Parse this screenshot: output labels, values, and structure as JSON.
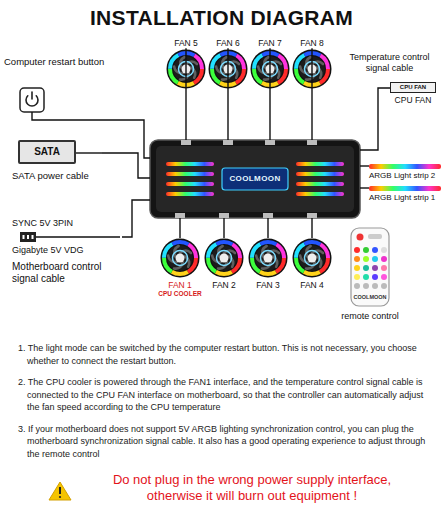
{
  "diagram": {
    "title": "INSTALLATION DIAGRAM",
    "nodes": [
      {
        "text": [
          "FAN 5"
        ]
      },
      {
        "text": [
          "FAN 6"
        ]
      },
      {
        "text": [
          "FAN 7"
        ]
      },
      {
        "text": [
          "FAN 8"
        ]
      },
      {
        "text": [
          "Computer restart button"
        ]
      },
      {
        "text": [
          "CPU FAN",
          "CPU FAN"
        ]
      },
      {
        "text": [
          "COOLMOON"
        ]
      },
      {
        "text": [
          "SATA",
          "SATA power cable"
        ]
      },
      {
        "text": [
          "ARGB Light strip 2"
        ]
      },
      {
        "text": [
          "ARGB Light strip 1"
        ]
      },
      {
        "text": [
          "SYNC 5V 3PIN",
          "Gigabyte 5V VDG",
          "Motherboard control signal cable"
        ]
      },
      {
        "text": [
          "FAN 1",
          "CPU COOLER"
        ]
      },
      {
        "text": [
          "FAN 2"
        ]
      },
      {
        "text": [
          "FAN 3"
        ]
      },
      {
        "text": [
          "FAN 4"
        ]
      },
      {
        "text": [
          "COOLMOON",
          "remote control"
        ]
      }
    ],
    "edges": [
      {
        "from": 0,
        "to": 6,
        "arrow": "none"
      },
      {
        "from": 1,
        "to": 6,
        "arrow": "none"
      },
      {
        "from": 2,
        "to": 6,
        "arrow": "none"
      },
      {
        "from": 3,
        "to": 6,
        "arrow": "none"
      },
      {
        "from": 4,
        "to": 6,
        "arrow": "none"
      },
      {
        "from": 5,
        "to": 6,
        "arrow": "none"
      },
      {
        "from": 7,
        "to": 6,
        "arrow": "none"
      },
      {
        "from": 8,
        "to": 6,
        "arrow": "none"
      },
      {
        "from": 9,
        "to": 6,
        "arrow": "none"
      },
      {
        "from": 10,
        "to": 6,
        "arrow": "none"
      },
      {
        "from": 11,
        "to": 6,
        "arrow": "none"
      },
      {
        "from": 12,
        "to": 6,
        "arrow": "none"
      },
      {
        "from": 13,
        "to": 6,
        "arrow": "none"
      },
      {
        "from": 14,
        "to": 6,
        "arrow": "none"
      }
    ],
    "labels": [
      "Temperature control signal cable",
      "1. The light mode can be switched by the computer restart button. This is not necessary, you choose whether to connect the restart button.",
      "2. The CPU cooler is powered through the FAN1 interface, and the temperature control signal cable is connected to the CPU FAN interface on motherboard, so that the controller can automatically adjust the fan speed according to the CPU temperature",
      "3. If your motherboard does not support 5V ARGB lighting synchronization control, you can plug the motherboard synchronization signal cable. It also has a good operating experience to adjust through the remote control",
      "Do not plug in the wrong power supply interface, otherwise it will burn out equipment !"
    ]
  }
}
